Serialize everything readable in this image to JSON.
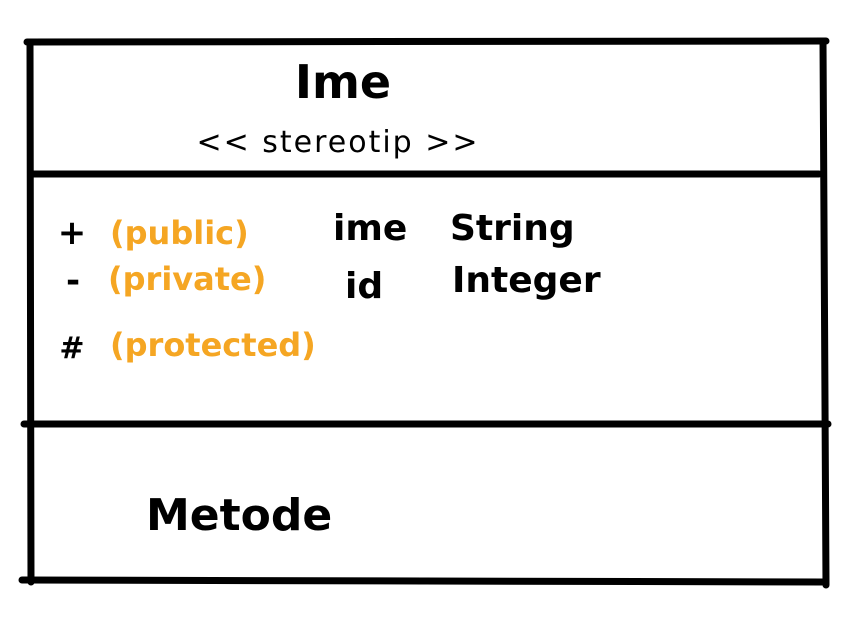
{
  "class_box": {
    "name": "Ime",
    "stereotype": "<< stereotip >>"
  },
  "attributes": {
    "visibility": [
      {
        "symbol": "+",
        "label": "(public)"
      },
      {
        "symbol": "-",
        "label": "(private)"
      },
      {
        "symbol": "#",
        "label": "(protected)"
      }
    ],
    "fields": [
      {
        "name": "ime",
        "type": "String"
      },
      {
        "name": "id",
        "type": "Integer"
      }
    ]
  },
  "methods": {
    "label": "Metode"
  },
  "colors": {
    "ink": "#000000",
    "accent": "#f5a623",
    "background": "#ffffff"
  }
}
